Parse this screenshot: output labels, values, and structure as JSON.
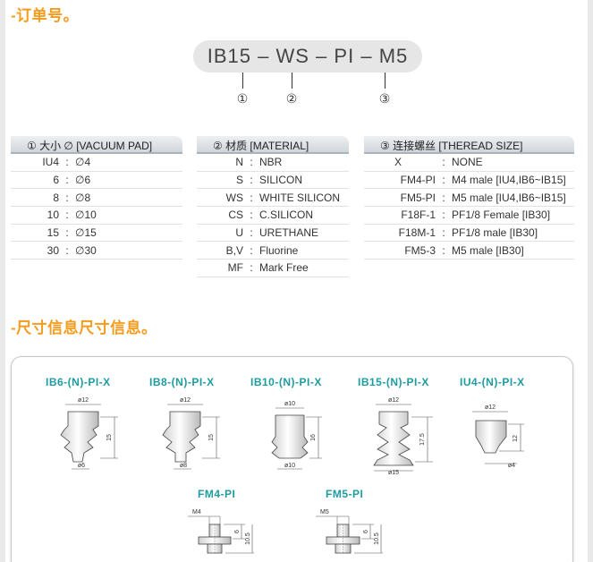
{
  "order_section": {
    "title": "-订单号。",
    "code_parts": [
      "IB15",
      "WS",
      "PI",
      "M5"
    ],
    "code_dash": "–",
    "markers": [
      "①",
      "②",
      "③"
    ]
  },
  "tables": [
    {
      "header": "①  大小 ∅ [VACUUM PAD]",
      "rows": [
        {
          "code": "IU4",
          "value": "∅4"
        },
        {
          "code": "6",
          "value": "∅6"
        },
        {
          "code": "8",
          "value": "∅8"
        },
        {
          "code": "10",
          "value": "∅10"
        },
        {
          "code": "15",
          "value": "∅15"
        },
        {
          "code": "30",
          "value": "∅30"
        }
      ]
    },
    {
      "header": "②  材质 [MATERIAL]",
      "rows": [
        {
          "code": "N",
          "value": "NBR"
        },
        {
          "code": "S",
          "value": "SILICON"
        },
        {
          "code": "WS",
          "value": "WHITE SILICON"
        },
        {
          "code": "CS",
          "value": "C.SILICON"
        },
        {
          "code": "U",
          "value": "URETHANE"
        },
        {
          "code": "B,V",
          "value": "Fluorine"
        },
        {
          "code": "MF",
          "value": "Mark Free"
        }
      ]
    },
    {
      "header": "③  连接螺丝 [THEREAD SIZE]",
      "rows": [
        {
          "code": "X",
          "value": "NONE"
        },
        {
          "code": "FM4-PI",
          "value": "M4 male [IU4,IB6~IB15]"
        },
        {
          "code": "FM5-PI",
          "value": "M5 male [IU4,IB6~IB15]"
        },
        {
          "code": "F18F-1",
          "value": "PF1/8 Female [IB30]"
        },
        {
          "code": "F18M-1",
          "value": "PF1/8 male [IB30]"
        },
        {
          "code": "FM5-3",
          "value": "M5 male [IB30]"
        }
      ]
    }
  ],
  "size_section": {
    "title": "-尺寸信息尺寸信息。",
    "models": [
      {
        "name": "IB6-(N)-PI-X",
        "top_dim": "ø12",
        "height_dim": "15",
        "bottom_dim": "ø6"
      },
      {
        "name": "IB8-(N)-PI-X",
        "top_dim": "ø12",
        "height_dim": "15",
        "bottom_dim": "ø8"
      },
      {
        "name": "IB10-(N)-PI-X",
        "top_dim": "ø10",
        "height_dim": "16",
        "bottom_dim": "ø10"
      },
      {
        "name": "IB15-(N)-PI-X",
        "top_dim": "ø12",
        "height_dim": "17.5",
        "bottom_dim": "ø15"
      },
      {
        "name": "IU4-(N)-PI-X",
        "top_dim": "ø12",
        "height_dim": "12",
        "bottom_dim": "ø4"
      }
    ],
    "fittings": [
      {
        "name": "FM4-PI",
        "thread": "M4",
        "dim_a": "6",
        "dim_b": "10.5"
      },
      {
        "name": "FM5-PI",
        "thread": "M5",
        "dim_a": "6",
        "dim_b": "10.5"
      }
    ]
  }
}
